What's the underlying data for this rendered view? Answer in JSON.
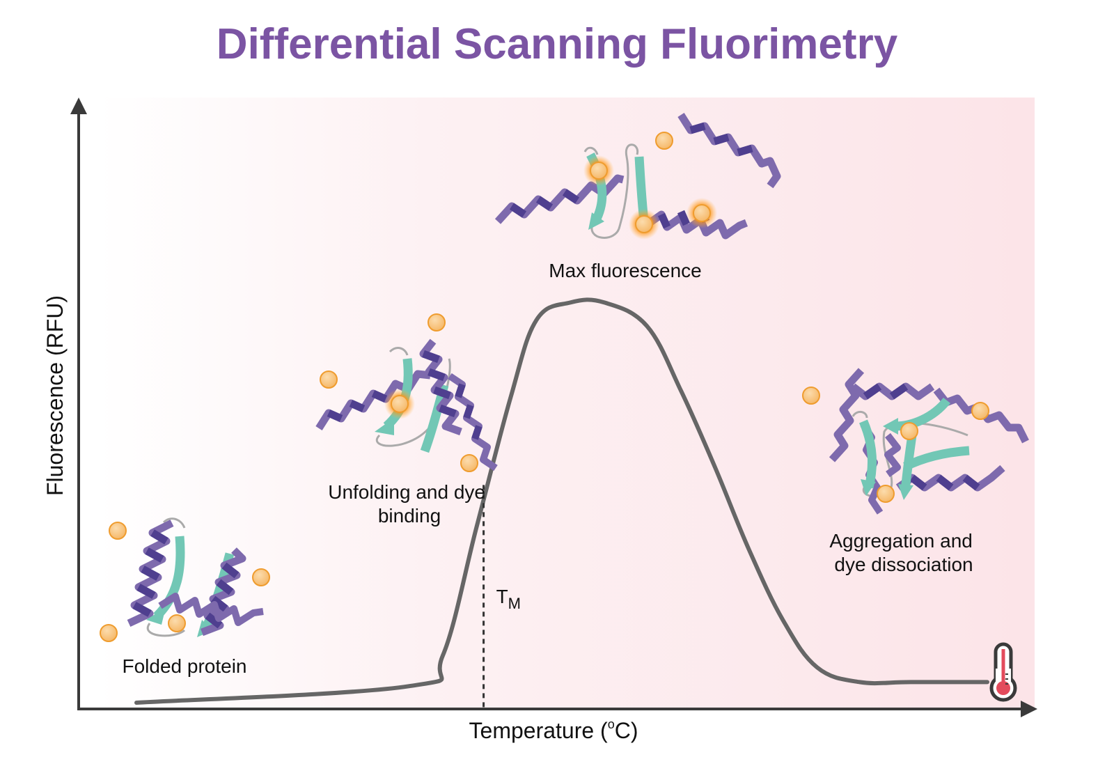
{
  "title": "Differential Scanning Fluorimetry",
  "colors": {
    "title": "#7b54a3",
    "axis": "#3a3a3a",
    "curve": "#666666",
    "background_start": "#ffffff",
    "background_end": "#fce4e8",
    "helix": "#7e6aad",
    "helix_dark": "#4f3f8f",
    "strand": "#72c7b5",
    "loop": "#aaaaaa",
    "dye": "#f6c07a",
    "dye_edge": "#ef9c2e",
    "dye_glow": "#ff9a1f",
    "thermometer": "#e34b5c"
  },
  "axes": {
    "x_label": "Temperature (",
    "x_label_sup": "o",
    "x_label_end": "C)",
    "y_label": "Fluorescence (RFU)"
  },
  "tm_label": {
    "main": "T",
    "sub": "M"
  },
  "stages": [
    {
      "id": "folded",
      "label_lines": [
        "Folded protein"
      ]
    },
    {
      "id": "unfolding",
      "label_lines": [
        "Unfolding and dye",
        "binding"
      ]
    },
    {
      "id": "max",
      "label_lines": [
        "Max fluorescence"
      ]
    },
    {
      "id": "aggregation",
      "label_lines": [
        "Aggregation and",
        "dye dissociation"
      ]
    }
  ],
  "chart_data": {
    "type": "line",
    "title": "Differential Scanning Fluorimetry",
    "xlabel": "Temperature (°C)",
    "ylabel": "Fluorescence (RFU)",
    "x_units": "relative temperature (0–100)",
    "y_units": "relative fluorescence (0–100)",
    "xlim": [
      0,
      100
    ],
    "ylim": [
      0,
      100
    ],
    "grid": false,
    "series": [
      {
        "name": "DSF melt curve",
        "x": [
          0,
          32,
          36,
          40,
          44,
          47,
          51,
          55,
          60,
          64,
          68,
          72,
          76,
          80,
          85,
          91,
          100
        ],
        "y": [
          0,
          2.8,
          8,
          30,
          52,
          65,
          68,
          68,
          64,
          53,
          40,
          26,
          14,
          6,
          3.5,
          3.5,
          3.5
        ]
      }
    ],
    "annotations": [
      {
        "text": "TM",
        "x": 40.8,
        "type": "vertical-dashed-line",
        "y_top": 37
      },
      {
        "text": "Folded protein",
        "x": 6
      },
      {
        "text": "Unfolding and dye binding",
        "x": 32
      },
      {
        "text": "Max fluorescence",
        "x": 61
      },
      {
        "text": "Aggregation and dye dissociation",
        "x": 90
      }
    ]
  }
}
